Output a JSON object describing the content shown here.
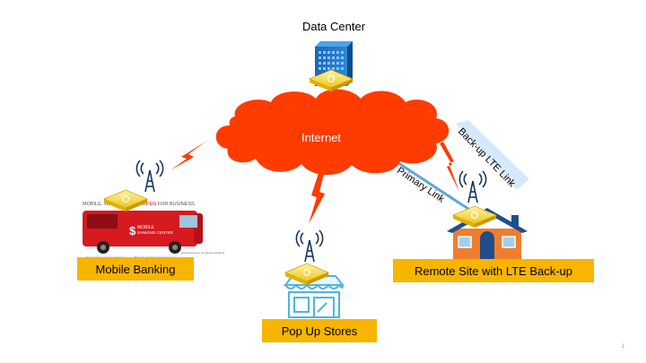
{
  "nodes": {
    "data_center": "Data Center",
    "internet": "Internet",
    "mobile_banking": "Mobile Banking",
    "pop_up_stores": "Pop Up Stores",
    "remote_site": "Remote Site with LTE Back-up"
  },
  "links": {
    "primary": "Primary Link",
    "backup": "Back-up LTE Link"
  },
  "bus_graphic": {
    "headline_plain": "MOBILE, WIRELESS ",
    "headline_red": "AND OPEN",
    "headline_tail": " FOR BUSINESS.",
    "side_text_line1": "MOBILE",
    "side_text_line2": "BANKING CENTER",
    "callout_1": "Opportunities to raise awareness",
    "callout_2": "Bring the banking experience to you",
    "callout_3": "Quick access to temporary locations"
  },
  "slide_number": "1",
  "colors": {
    "cloud": "#ff3b00",
    "label_fill": "#f7b500",
    "bolt": "#ff3b00",
    "backup_band": "#d6e9f8",
    "primary_line": "#5aa9d6"
  }
}
